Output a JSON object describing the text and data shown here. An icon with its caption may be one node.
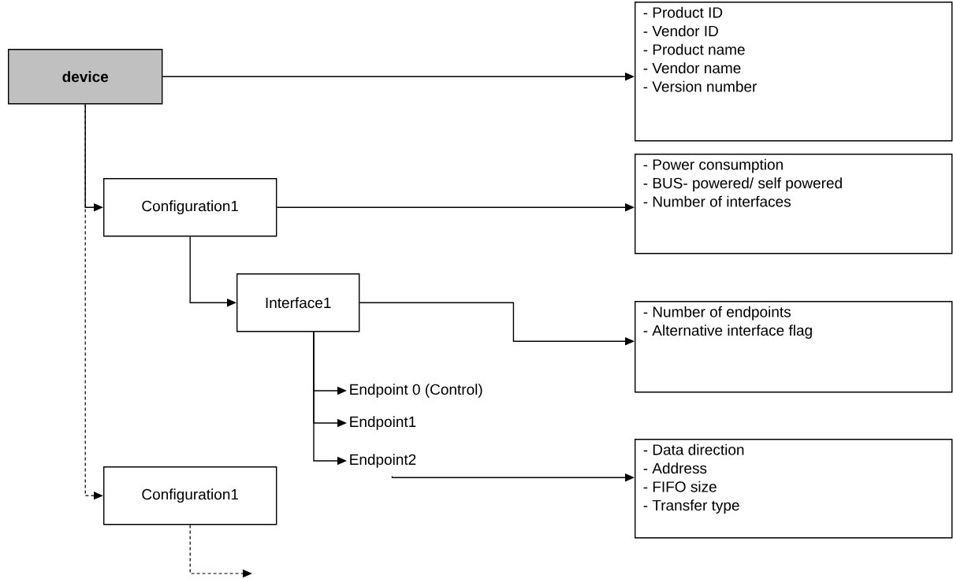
{
  "diagram": {
    "nodes": [
      {
        "text": [
          "device"
        ]
      },
      {
        "text": [
          "- Product ID",
          "- Vendor ID",
          "- Product name",
          "- Vendor name",
          "- Version number"
        ]
      },
      {
        "text": [
          "Configuration1"
        ]
      },
      {
        "text": [
          "- Power consumption",
          "- BUS- powered/ self powered",
          "- Number of interfaces"
        ]
      },
      {
        "text": [
          "Interface1"
        ]
      },
      {
        "text": [
          "- Number of endpoints",
          "- Alternative interface flag"
        ]
      },
      {
        "text": [
          "Endpoint 0 (Control)"
        ]
      },
      {
        "text": [
          "Endpoint1"
        ]
      },
      {
        "text": [
          "Endpoint2"
        ]
      },
      {
        "text": [
          "- Data direction",
          "- Address",
          "- FIFO size",
          "- Transfer type"
        ]
      },
      {
        "text": [
          "Configuration1"
        ]
      }
    ],
    "edges": [
      {
        "from": 0,
        "to": 1,
        "arrow": "to"
      },
      {
        "from": 0,
        "to": 2,
        "arrow": "to"
      },
      {
        "from": 0,
        "to": 10,
        "arrow": "to",
        "style": "dashed"
      },
      {
        "from": 2,
        "to": 3,
        "arrow": "to"
      },
      {
        "from": 2,
        "to": 4,
        "arrow": "to"
      },
      {
        "from": 4,
        "to": 5,
        "arrow": "to"
      },
      {
        "from": 4,
        "to": 6,
        "arrow": "to"
      },
      {
        "from": 4,
        "to": 7,
        "arrow": "to"
      },
      {
        "from": 4,
        "to": 8,
        "arrow": "to"
      },
      {
        "from": 8,
        "to": 9,
        "arrow": "to"
      },
      {
        "from": 10,
        "to": null,
        "arrow": "to",
        "style": "dashed"
      }
    ]
  }
}
